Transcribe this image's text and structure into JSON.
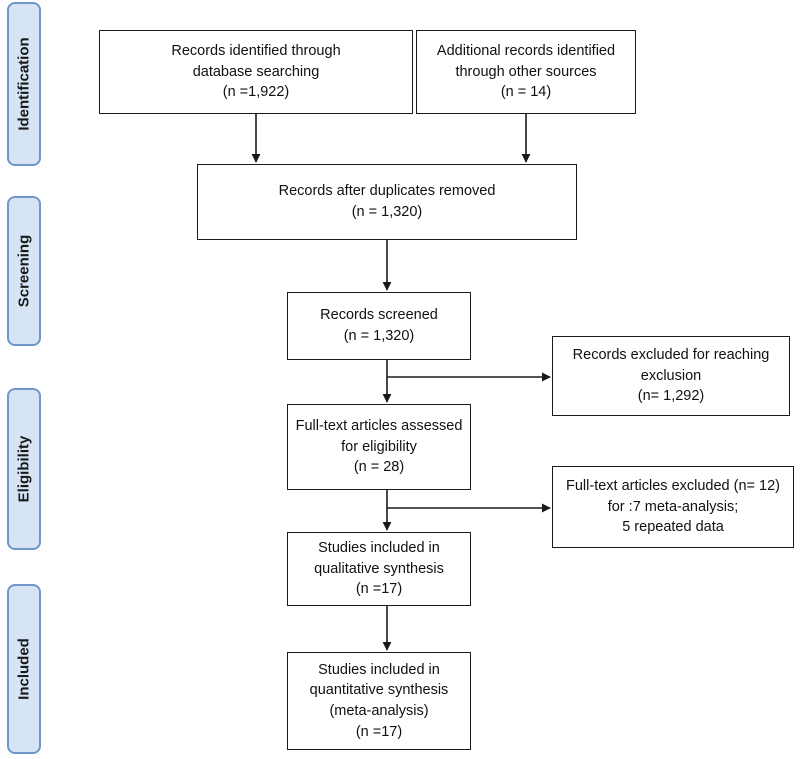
{
  "phases": {
    "identification": "Identification",
    "screening": "Screening",
    "eligibility": "Eligibility",
    "included": "Included"
  },
  "boxes": {
    "database": [
      "Records identified through",
      "database searching",
      "(n =1,922)"
    ],
    "other_sources": [
      "Additional records identified",
      "through other sources",
      "(n = 14)"
    ],
    "duplicates_removed": [
      "Records after duplicates removed",
      "(n = 1,320)"
    ],
    "screened": [
      "Records screened",
      "(n = 1,320)"
    ],
    "excluded": [
      "Records excluded for reaching",
      "exclusion",
      "(n= 1,292)"
    ],
    "fulltext_assessed": [
      "Full-text articles assessed",
      "for eligibility",
      "(n = 28)"
    ],
    "fulltext_excluded": [
      "Full-text articles excluded (n= 12)",
      "for :7 meta-analysis;",
      "5 repeated data"
    ],
    "qualitative": [
      "Studies included in",
      "qualitative synthesis",
      "(n =17)"
    ],
    "quantitative": [
      "Studies included in",
      "quantitative synthesis",
      "(meta-analysis)",
      "(n =17)"
    ]
  },
  "colors": {
    "phase_fill": "#d6e4f5",
    "phase_border": "#6f97c9",
    "line": "#1a1a1a"
  }
}
